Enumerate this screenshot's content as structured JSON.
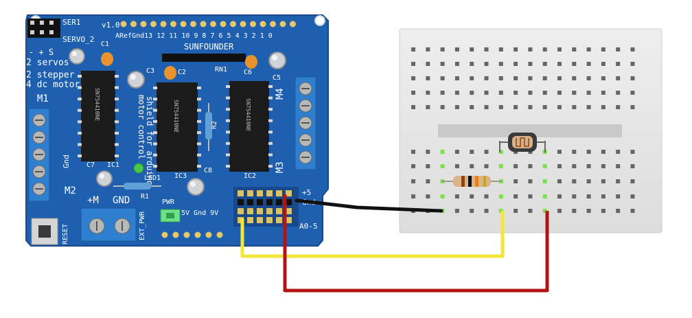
{
  "shield": {
    "brand": "SUNFOUNDER",
    "version": "v1.0",
    "header_servo1": "SER1",
    "header_servo2": "SERVO_2",
    "servo_pins": "- + S",
    "capability_1": "2 servos",
    "capability_2": "2 stepper",
    "capability_3": "4 dc motor",
    "product_name": "motor control",
    "product_sub": "shield for arduino",
    "arduino_pins": "ARefGnd13 12 11 10  9  8    7  6  5  4  3   2  1  0",
    "labels": {
      "m1": "M1",
      "m2": "M2",
      "m3": "M3",
      "m4": "M4",
      "gnd_left": "Gnd",
      "c1": "C1",
      "c2": "C2",
      "c3": "C3",
      "c5": "C5",
      "c6": "C6",
      "c7": "C7",
      "c8": "C8",
      "ic1": "IC1",
      "ic2": "IC2",
      "ic3": "IC3",
      "rn1": "RN1",
      "r1": "R1",
      "r2": "R2",
      "led1": "LED1",
      "pwr": "PWR",
      "plus_m": "+M",
      "gnd_block": "GND",
      "ext_pwr": "EXT_PWR",
      "reset": "RESET",
      "power_pins": "5V Gnd  9V",
      "plus5": "+5",
      "gnd_right": "Gnd",
      "a0_5": "A0-5"
    }
  },
  "chip_text": "SN754410NE",
  "colors": {
    "board": "#1f5fb0",
    "board_dark": "#17498c",
    "terminal": "#2f7fd0",
    "chip": "#1b1b1b",
    "breadboard": "#e8e8e8",
    "wire_black": "#111111",
    "wire_yellow": "#f2e63a",
    "wire_red": "#b01414",
    "hole_active": "#7ee04a"
  },
  "wires": [
    "black: Gnd to breadboard",
    "yellow: A0 to photoresistor/resistor node",
    "red: +5 to photoresistor"
  ],
  "components": [
    "photoresistor",
    "resistor"
  ]
}
